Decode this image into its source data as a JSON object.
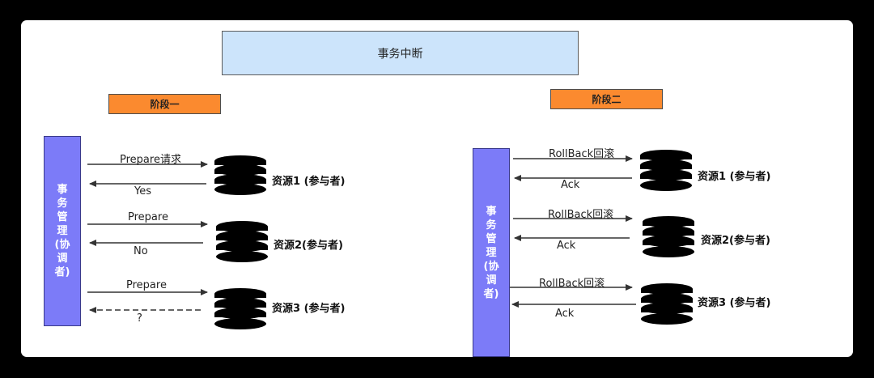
{
  "title": "事务中断",
  "phase1": {
    "label": "阶段一",
    "coordinator": "事务管理(协调者)",
    "rows": [
      {
        "request": "Prepare请求",
        "response": "Yes",
        "resource": "资源1 (参与者)",
        "response_dashed": false
      },
      {
        "request": "Prepare",
        "response": "No",
        "resource": "资源2(参与者)",
        "response_dashed": false
      },
      {
        "request": "Prepare",
        "response": "?",
        "resource": "资源3 (参与者)",
        "response_dashed": true
      }
    ]
  },
  "phase2": {
    "label": "阶段二",
    "coordinator": "事务管理(协调者)",
    "rows": [
      {
        "request": "RollBack回滚",
        "response": "Ack",
        "resource": "资源1 (参与者)"
      },
      {
        "request": "RollBack回滚",
        "response": "Ack",
        "resource": "资源2(参与者)"
      },
      {
        "request": "RollBack回滚",
        "response": "Ack",
        "resource": "资源3 (参与者)"
      }
    ]
  },
  "colors": {
    "title_bg": "#cce4fb",
    "phase_bg": "#fb8a2f",
    "coordinator_bg": "#7c7bf8",
    "database": "#000000",
    "arrow": "#333333"
  },
  "icons": {
    "resource": "database-icon"
  }
}
